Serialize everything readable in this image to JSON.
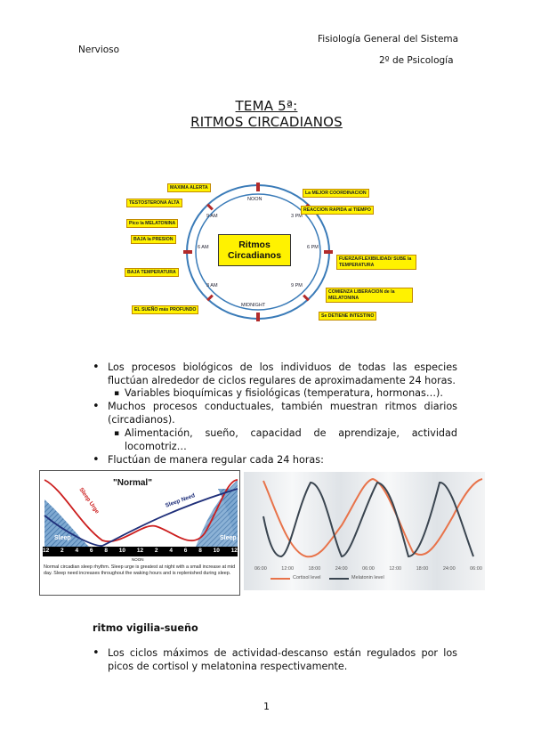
{
  "header": {
    "right_line1": "Fisiología General del Sistema",
    "left_line2": "Nervioso",
    "right_line3": "2º de Psicología"
  },
  "title": {
    "line1": "TEMA 5ª:",
    "line2": "RITMOS CIRCADIANOS"
  },
  "clock_diagram": {
    "center_label": "Ritmos Circadianos",
    "center_line1": "Ritmos",
    "center_line2": "Circadianos",
    "noon": "NOON",
    "midnight": "MIDNIGHT",
    "t_9am": "9 AM",
    "t_3pm": "3 PM",
    "t_6am": "6 AM",
    "t_6pm": "6 PM",
    "t_3am": "3 AM",
    "t_9pm": "9 PM",
    "labels_left": [
      "MAXIMA ALERTA",
      "TESTOSTERONA ALTA",
      "Pico la MELATONINA",
      "BAJA la PRESION",
      "BAJA TEMPERATURA",
      "EL SUEÑO más PROFUNDO"
    ],
    "labels_right": [
      "La MEJOR COORDINACION",
      "REACCION RAPIDA al TIEMPO",
      "FUERZA/FLEXIBILIDAD/ SUBE la TEMPERATURA",
      "COMIENZA LIBERACION de la MELATONINA",
      "Se DETIENE INTESTINO"
    ]
  },
  "bullets": [
    {
      "level": 1,
      "text": "Los procesos biológicos de los individuos de todas las especies fluctúan alrededor de ciclos regulares de aproximadamente 24 horas."
    },
    {
      "level": 2,
      "text": "Variables bioquímicas y fisiológicas (temperatura, hormonas…)."
    },
    {
      "level": 1,
      "text": "Muchos procesos conductuales, también muestran ritmos diarios (circadianos)."
    },
    {
      "level": 2,
      "text": "Alimentación, sueño, capacidad de aprendizaje, actividad locomotriz…"
    },
    {
      "level": 1,
      "text": "Fluctúan de manera regular cada 24 horas:"
    }
  ],
  "sleep_chart": {
    "title": "\"Normal\"",
    "curve1": "Sleep Urge",
    "curve2": "Sleep Need",
    "sleep_left": "Sleep",
    "sleep_right": "Sleep",
    "hours": [
      "12",
      "2",
      "4",
      "6",
      "8",
      "10",
      "12",
      "2",
      "4",
      "6",
      "8",
      "10",
      "12"
    ],
    "noon": "NOON",
    "caption": "Normal circadian sleep rhythm. Sleep urge is greatest at night with a small increase at mid day. Sleep need increases throughout the waking hours and is replenished during sleep."
  },
  "hormone_chart": {
    "x_ticks": [
      "06:00",
      "12:00",
      "18:00",
      "24:00",
      "06:00",
      "12:00",
      "18:00",
      "24:00",
      "06:00"
    ],
    "legend_cortisol": "Cortisol level",
    "legend_melatonin": "Melatonin level",
    "colors": {
      "cortisol": "#e8734a",
      "melatonin": "#3a4550"
    }
  },
  "section_heading": "ritmo vigilia-sueño",
  "final_bullet": "Los ciclos máximos de actividad-descanso están regulados por los picos de cortisol y melatonina respectivamente.",
  "page_number": "1"
}
